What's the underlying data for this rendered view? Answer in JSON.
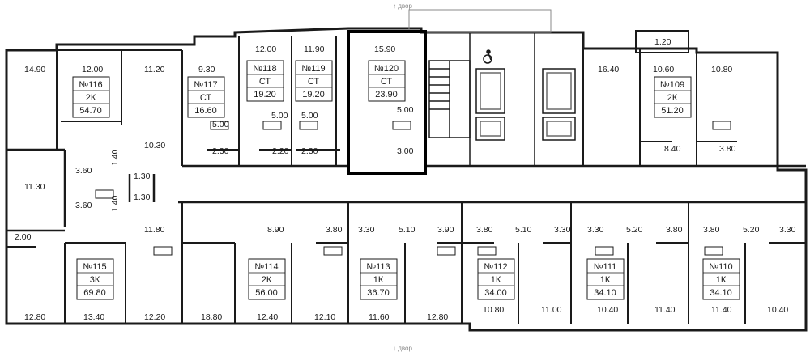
{
  "labels": {
    "entrance_top": "↑ двор",
    "entrance_bottom": "↓ двор"
  },
  "apartments": [
    {
      "id": "116",
      "number": "№116",
      "type": "2К",
      "area": "54.70"
    },
    {
      "id": "117",
      "number": "№117",
      "type": "СТ",
      "area": "16.60"
    },
    {
      "id": "118",
      "number": "№118",
      "type": "СТ",
      "area": "19.20"
    },
    {
      "id": "119",
      "number": "№119",
      "type": "СТ",
      "area": "19.20"
    },
    {
      "id": "120",
      "number": "№120",
      "type": "СТ",
      "area": "23.90",
      "highlighted": true
    },
    {
      "id": "109",
      "number": "№109",
      "type": "2К",
      "area": "51.20"
    },
    {
      "id": "115",
      "number": "№115",
      "type": "3К",
      "area": "69.80"
    },
    {
      "id": "114",
      "number": "№114",
      "type": "2К",
      "area": "56.00"
    },
    {
      "id": "113",
      "number": "№113",
      "type": "1К",
      "area": "36.70"
    },
    {
      "id": "112",
      "number": "№112",
      "type": "1К",
      "area": "34.00"
    },
    {
      "id": "111",
      "number": "№111",
      "type": "1К",
      "area": "34.10"
    },
    {
      "id": "110",
      "number": "№110",
      "type": "1К",
      "area": "34.10"
    }
  ],
  "room_areas": [
    "14.90",
    "12.00",
    "11.20",
    "9.30",
    "12.00",
    "11.90",
    "15.90",
    "1.20",
    "16.40",
    "10.60",
    "10.80",
    "5.00",
    "5.00",
    "5.00",
    "5.00",
    "10.30",
    "2.30",
    "2.20",
    "2.30",
    "3.00",
    "8.40",
    "3.80",
    "1.40",
    "1.30",
    "3.60",
    "11.30",
    "1.30",
    "1.40",
    "3.60",
    "11.80",
    "8.90",
    "3.80",
    "3.30",
    "5.10",
    "3.90",
    "3.80",
    "5.10",
    "3.30",
    "3.30",
    "5.20",
    "3.80",
    "3.80",
    "5.20",
    "3.30",
    "2.00",
    "12.80",
    "13.40",
    "12.20",
    "18.80",
    "12.40",
    "12.10",
    "11.60",
    "12.80",
    "10.80",
    "11.00",
    "10.40",
    "11.40",
    "11.40",
    "10.40"
  ],
  "colors": {
    "wall": "#1a1a1a",
    "highlight": "#000000",
    "thin": "#6a6a6a"
  }
}
